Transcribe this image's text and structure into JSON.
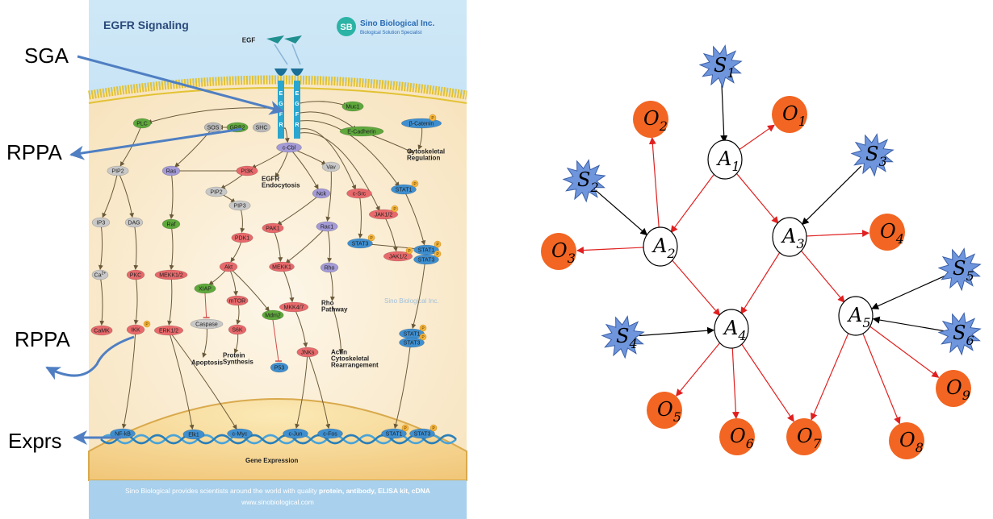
{
  "poster": {
    "title": "EGFR Signaling",
    "logo_mark": "SB",
    "company": "Sino Biological Inc.",
    "company_tagline": "Biological Solution Specialist",
    "watermark": "Sino Biological Inc.",
    "gene_expression_label": "Gene Expression",
    "footer_line1_plain": "Sino Biological provides scientists around the world with quality ",
    "footer_line1_bold": "protein, antibody, ELISA kit, cDNA",
    "footer_line2": "www.sinobiological.com"
  },
  "left_labels": {
    "sga": "SGA",
    "rppa_top": "RPPA",
    "rppa_bottom": "RPPA",
    "exprs": "Exprs"
  },
  "pathway": {
    "nodes": [
      {
        "id": "egf",
        "text": "EGF",
        "color": "none"
      },
      {
        "id": "muc1",
        "text": "Muc1",
        "color": "#5fa83c"
      },
      {
        "id": "bcat",
        "text": "β-Catenin",
        "color": "#3f8fd0"
      },
      {
        "id": "plc",
        "text": "PLC",
        "color": "#5fa83c"
      },
      {
        "id": "sos",
        "text": "SOS",
        "color": "#b9b9b9"
      },
      {
        "id": "grb2",
        "text": "GRB2",
        "color": "#5fa83c"
      },
      {
        "id": "shc",
        "text": "SHC",
        "color": "#b9b9b9"
      },
      {
        "id": "ecad",
        "text": "E-Cadherin",
        "color": "#5fa83c"
      },
      {
        "id": "ccbl",
        "text": "c-Cbl",
        "color": "#a39ad6"
      },
      {
        "id": "cyto",
        "text": "Cytoskeletal Regulation",
        "color": "none"
      },
      {
        "id": "pip2a",
        "text": "PIP2",
        "color": "#c8c8c8"
      },
      {
        "id": "ras",
        "text": "Ras",
        "color": "#a39ad6"
      },
      {
        "id": "pi3k",
        "text": "PI3K",
        "color": "#e8696b"
      },
      {
        "id": "egfrendo",
        "text": "EGFR Endocytosis",
        "color": "none"
      },
      {
        "id": "vav",
        "text": "Vav",
        "color": "#c8c8c8"
      },
      {
        "id": "stat1a",
        "text": "STAT1",
        "color": "#3f8fd0"
      },
      {
        "id": "pip2b",
        "text": "PIP2",
        "color": "#c8c8c8"
      },
      {
        "id": "pip3",
        "text": "PIP3",
        "color": "#c8c8c8"
      },
      {
        "id": "nck",
        "text": "Nck",
        "color": "#a39ad6"
      },
      {
        "id": "csrc",
        "text": "c-Src",
        "color": "#e8696b"
      },
      {
        "id": "ip3",
        "text": "IP3",
        "color": "#c8c8c8"
      },
      {
        "id": "dag",
        "text": "DAG",
        "color": "#c8c8c8"
      },
      {
        "id": "raf",
        "text": "Raf",
        "color": "#5fa83c"
      },
      {
        "id": "pdk1",
        "text": "PDK1",
        "color": "#e8696b"
      },
      {
        "id": "pak1",
        "text": "PAK1",
        "color": "#e8696b"
      },
      {
        "id": "rac1",
        "text": "Rac1",
        "color": "#a39ad6"
      },
      {
        "id": "jak12a",
        "text": "JAK1/2",
        "color": "#e8696b"
      },
      {
        "id": "stat3a",
        "text": "STAT3",
        "color": "#3f8fd0"
      },
      {
        "id": "jak12b",
        "text": "JAK1/2",
        "color": "#e8696b"
      },
      {
        "id": "stat13",
        "text": "STAT1",
        "color": "#3f8fd0"
      },
      {
        "id": "stat3b",
        "text": "STAT3",
        "color": "#3f8fd0"
      },
      {
        "id": "ca",
        "text": "Ca",
        "color": "#c8c8c8"
      },
      {
        "id": "pkc",
        "text": "PKC",
        "color": "#e8696b"
      },
      {
        "id": "mekk12",
        "text": "MEKK1/2",
        "color": "#e8696b"
      },
      {
        "id": "akt",
        "text": "Akt",
        "color": "#e8696b"
      },
      {
        "id": "mekk1",
        "text": "MEKK1",
        "color": "#e8696b"
      },
      {
        "id": "rho",
        "text": "Rho",
        "color": "#a39ad6"
      },
      {
        "id": "xiap",
        "text": "XIAP",
        "color": "#5fa83c"
      },
      {
        "id": "mtor",
        "text": "mTOR",
        "color": "#e8696b"
      },
      {
        "id": "mdm2",
        "text": "Mdm2",
        "color": "#5fa83c"
      },
      {
        "id": "mkk47",
        "text": "MKK4/7",
        "color": "#e8696b"
      },
      {
        "id": "rhopath",
        "text": "Rho Pathway",
        "color": "none"
      },
      {
        "id": "caspase",
        "text": "Caspase",
        "color": "#c8c8c8"
      },
      {
        "id": "s6k",
        "text": "S6K",
        "color": "#e8696b"
      },
      {
        "id": "camk",
        "text": "CaMK",
        "color": "#e8696b"
      },
      {
        "id": "ikk",
        "text": "IKK",
        "color": "#e8696b"
      },
      {
        "id": "erk12",
        "text": "ERK1/2",
        "color": "#e8696b"
      },
      {
        "id": "apoptosis",
        "text": "Apoptosis",
        "color": "none"
      },
      {
        "id": "protsyn",
        "text": "Protein Synthesis",
        "color": "none"
      },
      {
        "id": "p53",
        "text": "P53",
        "color": "#3f8fd0"
      },
      {
        "id": "jnks",
        "text": "JNKs",
        "color": "#e8696b"
      },
      {
        "id": "actin",
        "text": "Actin Cytoskeletal Rearrangement",
        "color": "none"
      },
      {
        "id": "stat1c",
        "text": "STAT1",
        "color": "#3f8fd0"
      },
      {
        "id": "stat3c",
        "text": "STAT3",
        "color": "#3f8fd0"
      },
      {
        "id": "nfkb",
        "text": "NF-kB",
        "color": "#3f8fd0"
      },
      {
        "id": "elk1",
        "text": "Elk1",
        "color": "#3f8fd0"
      },
      {
        "id": "cmyc",
        "text": "c-Myc",
        "color": "#3f8fd0"
      },
      {
        "id": "cjun",
        "text": "c-Jun",
        "color": "#3f8fd0"
      },
      {
        "id": "cfos",
        "text": "c-Fos",
        "color": "#3f8fd0"
      },
      {
        "id": "stat1d",
        "text": "STAT1",
        "color": "#3f8fd0"
      },
      {
        "id": "stat3d",
        "text": "STAT3",
        "color": "#3f8fd0"
      }
    ],
    "egfr_letters": "EGFR",
    "ca_superscript": "2+",
    "phospho_label": "P"
  },
  "network": {
    "sga_nodes": [
      {
        "id": "S1",
        "letter": "S",
        "sub": "1"
      },
      {
        "id": "S2",
        "letter": "S",
        "sub": "2"
      },
      {
        "id": "S3",
        "letter": "S",
        "sub": "3"
      },
      {
        "id": "S4",
        "letter": "S",
        "sub": "4"
      },
      {
        "id": "S5",
        "letter": "S",
        "sub": "5"
      },
      {
        "id": "S6",
        "letter": "S",
        "sub": "6"
      }
    ],
    "activity_nodes": [
      {
        "id": "A1",
        "letter": "A",
        "sub": "1"
      },
      {
        "id": "A2",
        "letter": "A",
        "sub": "2"
      },
      {
        "id": "A3",
        "letter": "A",
        "sub": "3"
      },
      {
        "id": "A4",
        "letter": "A",
        "sub": "4"
      },
      {
        "id": "A5",
        "letter": "A",
        "sub": "5"
      }
    ],
    "output_nodes": [
      {
        "id": "O1",
        "letter": "O",
        "sub": "1"
      },
      {
        "id": "O2",
        "letter": "O",
        "sub": "2"
      },
      {
        "id": "O3",
        "letter": "O",
        "sub": "3"
      },
      {
        "id": "O4",
        "letter": "O",
        "sub": "4"
      },
      {
        "id": "O5",
        "letter": "O",
        "sub": "5"
      },
      {
        "id": "O6",
        "letter": "O",
        "sub": "6"
      },
      {
        "id": "O7",
        "letter": "O",
        "sub": "7"
      },
      {
        "id": "O8",
        "letter": "O",
        "sub": "8"
      },
      {
        "id": "O9",
        "letter": "O",
        "sub": "9"
      }
    ],
    "edges": [
      {
        "from": "S1",
        "to": "A1",
        "kind": "sga"
      },
      {
        "from": "S2",
        "to": "A2",
        "kind": "sga"
      },
      {
        "from": "S3",
        "to": "A3",
        "kind": "sga"
      },
      {
        "from": "S4",
        "to": "A4",
        "kind": "sga"
      },
      {
        "from": "S5",
        "to": "A5",
        "kind": "sga"
      },
      {
        "from": "S6",
        "to": "A5",
        "kind": "sga"
      },
      {
        "from": "A1",
        "to": "A2",
        "kind": "causal"
      },
      {
        "from": "A1",
        "to": "A3",
        "kind": "causal"
      },
      {
        "from": "A1",
        "to": "O1",
        "kind": "causal"
      },
      {
        "from": "A2",
        "to": "O2",
        "kind": "causal"
      },
      {
        "from": "A2",
        "to": "O3",
        "kind": "causal"
      },
      {
        "from": "A2",
        "to": "A4",
        "kind": "causal"
      },
      {
        "from": "A3",
        "to": "O4",
        "kind": "causal"
      },
      {
        "from": "A3",
        "to": "A4",
        "kind": "causal"
      },
      {
        "from": "A3",
        "to": "A5",
        "kind": "causal"
      },
      {
        "from": "A4",
        "to": "O5",
        "kind": "causal"
      },
      {
        "from": "A4",
        "to": "O6",
        "kind": "causal"
      },
      {
        "from": "A4",
        "to": "O7",
        "kind": "causal"
      },
      {
        "from": "A5",
        "to": "O7",
        "kind": "causal"
      },
      {
        "from": "A5",
        "to": "O8",
        "kind": "causal"
      },
      {
        "from": "A5",
        "to": "O9",
        "kind": "causal"
      }
    ],
    "colors": {
      "sga_fill": "#6f96dc",
      "sga_stroke": "#3a5fa8",
      "output_fill": "#f26522",
      "activity_fill": "#ffffff",
      "causal_edge": "#e02020",
      "sga_edge": "#000000"
    }
  }
}
